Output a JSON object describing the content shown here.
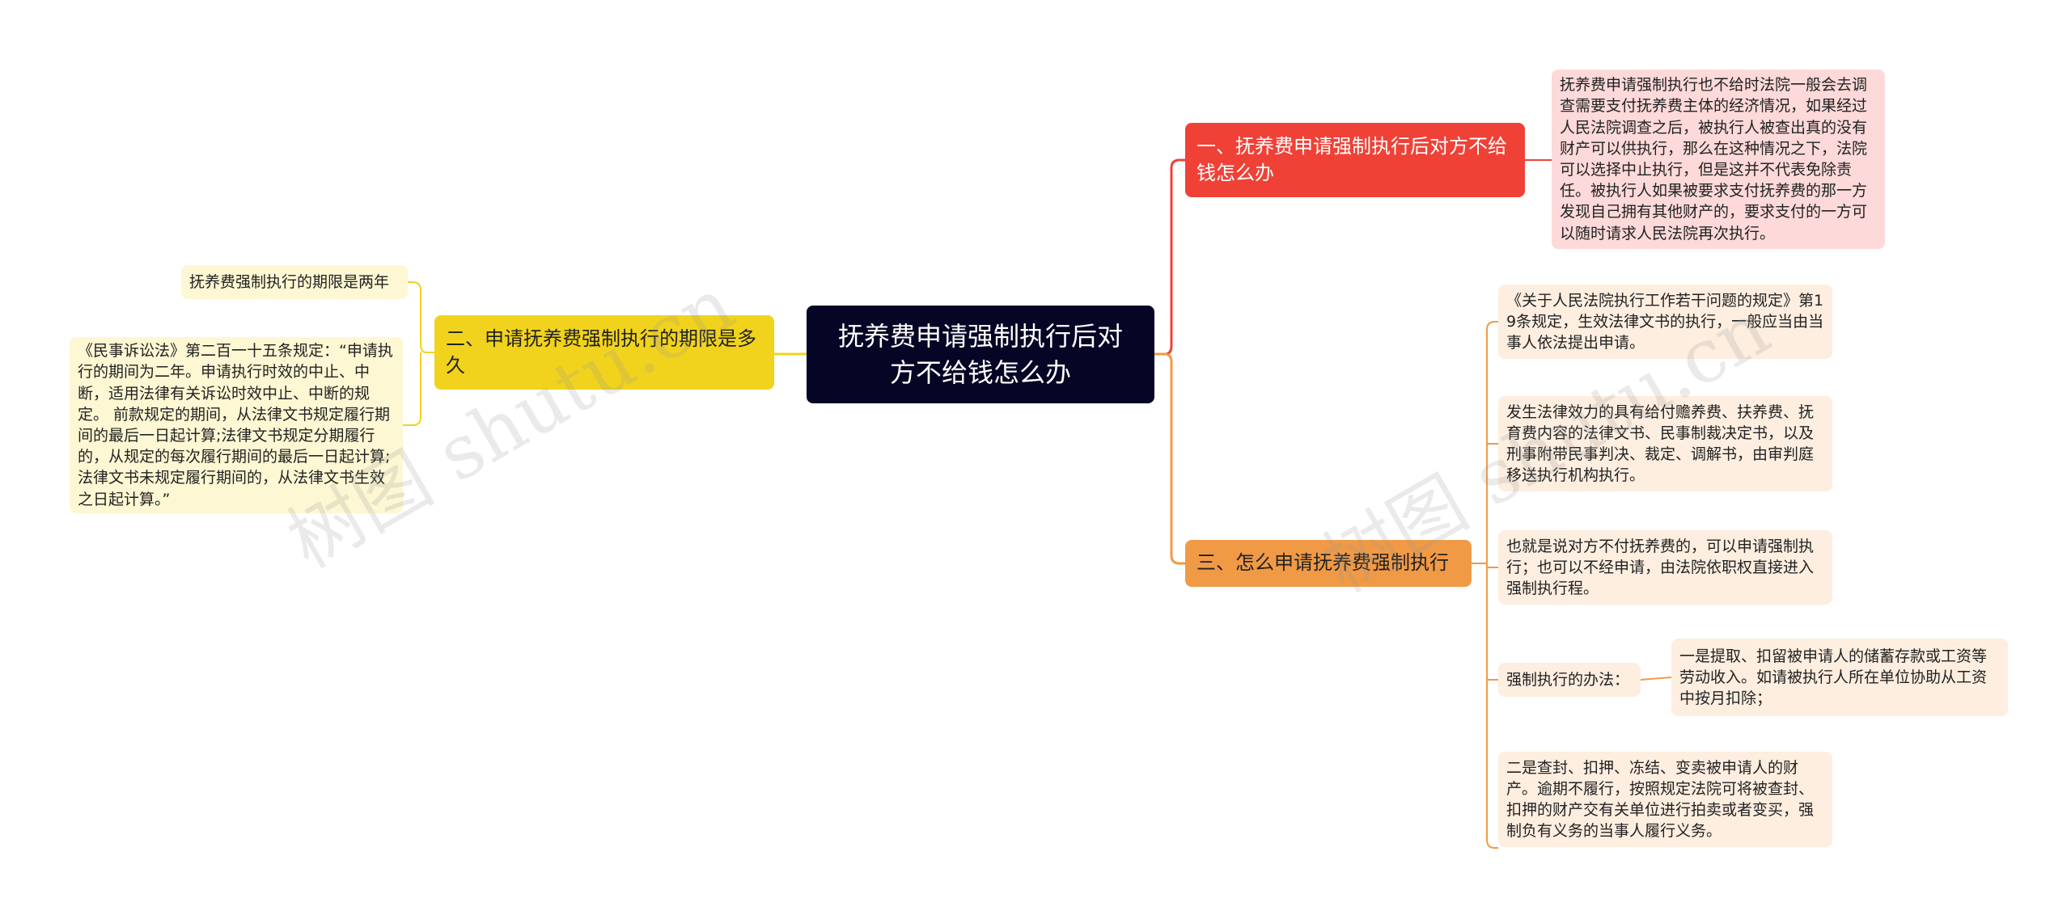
{
  "root": {
    "label": "抚养费申请强制执行后对方不给钱怎么办"
  },
  "branch1": {
    "label": "一、抚养费申请强制执行后对方不给钱怎么办",
    "leaves": [
      "抚养费申请强制执行也不给时法院一般会去调查需要支付抚养费主体的经济情况，如果经过人民法院调查之后，被执行人被查出真的没有财产可以供执行，那么在这种情况之下，法院可以选择中止执行，但是这并不代表免除责任。被执行人如果被要求支付抚养费的那一方发现自己拥有其他财产的，要求支付的一方可以随时请求人民法院再次执行。"
    ]
  },
  "branch2": {
    "label": "二、申请抚养费强制执行的期限是多久",
    "leaves": [
      "抚养费强制执行的期限是两年",
      "《民事诉讼法》第二百一十五条规定：“申请执行的期间为二年。申请执行时效的中止、中断，适用法律有关诉讼时效中止、中断的规定。 前款规定的期间，从法律文书规定履行期间的最后一日起计算;法律文书规定分期履行的，从规定的每次履行期间的最后一日起计算;法律文书未规定履行期间的，从法律文书生效之日起计算。”"
    ]
  },
  "branch3": {
    "label": "三、怎么申请抚养费强制执行",
    "leaves": [
      "《关于人民法院执行工作若干问题的规定》第19条规定，生效法律文书的执行，一般应当由当事人依法提出申请。",
      "发生法律效力的具有给付赡养费、扶养费、抚育费内容的法律文书、民事制裁决定书，以及刑事附带民事判决、裁定、调解书，由审判庭移送执行机构执行。",
      "也就是说对方不付抚养费的，可以申请强制执行；也可以不经申请，由法院依职权直接进入强制执行程。",
      "强制执行的办法：",
      "一是提取、扣留被申请人的储蓄存款或工资等劳动收入。如请被执行人所在单位协助从工资中按月扣除；",
      "二是查封、扣押、冻结、变卖被申请人的财产。逾期不履行，按照规定法院可将被查封、扣押的财产交有关单位进行拍卖或者变买，强制负有义务的当事人履行义务。"
    ]
  },
  "watermark": {
    "text": "树图 shutu.cn"
  },
  "colors": {
    "root": "#050525",
    "branch1": "#f04137",
    "branch2": "#f1d31e",
    "branch3": "#f19a46"
  }
}
